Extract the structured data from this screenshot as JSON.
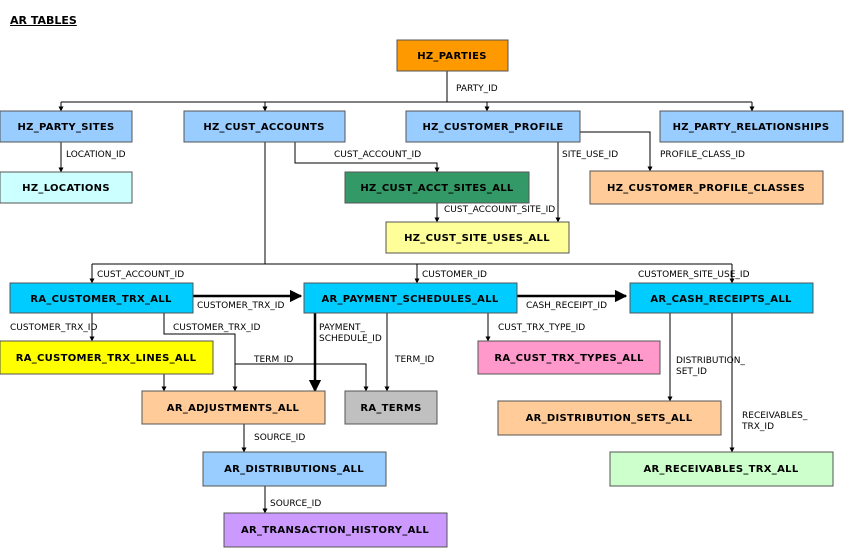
{
  "title": "AR TABLES",
  "tables": {
    "hz_parties": "HZ_PARTIES",
    "hz_party_sites": "HZ_PARTY_SITES",
    "hz_cust_accounts": "HZ_CUST_ACCOUNTS",
    "hz_customer_profile": "HZ_CUSTOMER_PROFILE",
    "hz_party_relationships": "HZ_PARTY_RELATIONSHIPS",
    "hz_locations": "HZ_LOCATIONS",
    "hz_cust_acct_sites_all": "HZ_CUST_ACCT_SITES_ALL",
    "hz_customer_profile_classes": "HZ_CUSTOMER_PROFILE_CLASSES",
    "hz_cust_site_uses_all": "HZ_CUST_SITE_USES_ALL",
    "ra_customer_trx_all": "RA_CUSTOMER_TRX_ALL",
    "ar_payment_schedules_all": "AR_PAYMENT_SCHEDULES_ALL",
    "ar_cash_receipts_all": "AR_CASH_RECEIPTS_ALL",
    "ra_customer_trx_lines_all": "RA_CUSTOMER_TRX_LINES_ALL",
    "ra_cust_trx_types_all": "RA_CUST_TRX_TYPES_ALL",
    "ar_adjustments_all": "AR_ADJUSTMENTS_ALL",
    "ra_terms": "RA_TERMS",
    "ar_distribution_sets_all": "AR_DISTRIBUTION_SETS_ALL",
    "ar_distributions_all": "AR_DISTRIBUTIONS_ALL",
    "ar_receivables_trx_all": "AR_RECEIVABLES_TRX_ALL",
    "ar_transaction_history_all": "AR_TRANSACTION_HISTORY_ALL"
  },
  "labels": {
    "party_id": "PARTY_ID",
    "location_id": "LOCATION_ID",
    "cust_account_id_1": "CUST_ACCOUNT_ID",
    "site_use_id": "SITE_USE_ID",
    "profile_class_id": "PROFILE_CLASS_ID",
    "cust_account_site_id": "CUST_ACCOUNT_SITE_ID",
    "cust_account_id_2": "CUST_ACCOUNT_ID",
    "customer_id": "CUSTOMER_ID",
    "customer_site_use_id": "CUSTOMER_SITE_USE_ID",
    "customer_trx_id_1": "CUSTOMER_TRX_ID",
    "cash_receipt_id": "CASH_RECEIPT_ID",
    "customer_trx_id_2": "CUSTOMER_TRX_ID",
    "customer_trx_id_3": "CUSTOMER_TRX_ID",
    "payment_schedule_id_1": "PAYMENT_",
    "payment_schedule_id_2": "SCHEDULE_ID",
    "cust_trx_type_id": "CUST_TRX_TYPE_ID",
    "term_id_1": "TERM_ID",
    "term_id_2": "TERM_ID",
    "distribution_set_id_1": "DISTRIBUTION_",
    "distribution_set_id_2": "SET_ID",
    "receivables_trx_id_1": "RECEIVABLES_",
    "receivables_trx_id_2": "TRX_ID",
    "source_id_1": "SOURCE_ID",
    "source_id_2": "SOURCE_ID"
  },
  "colors": {
    "orange": "#ff9900",
    "blue": "#99ccff",
    "cyan": "#00ccff",
    "light_cyan": "#ccffff",
    "green": "#339966",
    "peach": "#ffcc99",
    "light_yellow": "#ffff99",
    "yellow": "#ffff00",
    "pink": "#ff99cc",
    "gray": "#c0c0c0",
    "light_green": "#ccffcc",
    "purple": "#cc99ff"
  }
}
